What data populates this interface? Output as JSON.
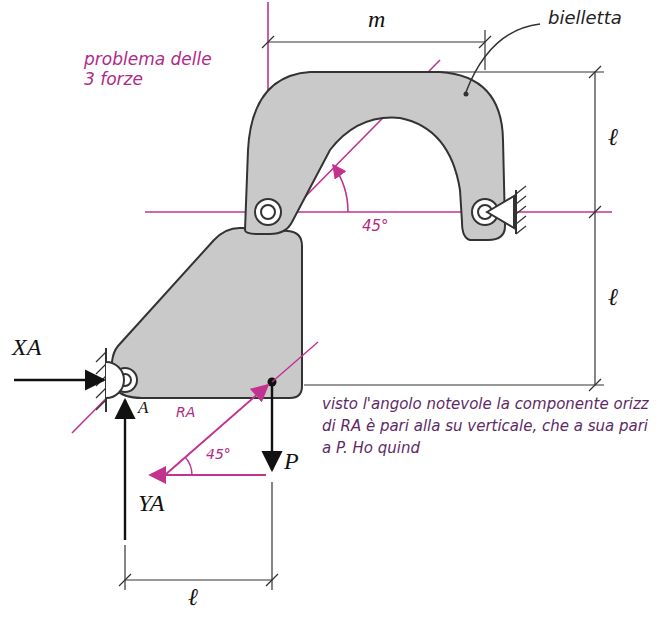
{
  "diagram": {
    "labels": [
      "m",
      "bielletta",
      "problema delle 3 forze",
      "45°",
      "ℓ",
      "ℓ",
      "XA",
      "A",
      "RA",
      "45°",
      "P",
      "YA",
      "ℓ",
      "visto l'angolo notevole la componente orizz di RA è pari alla su verticale, che a sua pari a P. Ho quind"
    ]
  }
}
